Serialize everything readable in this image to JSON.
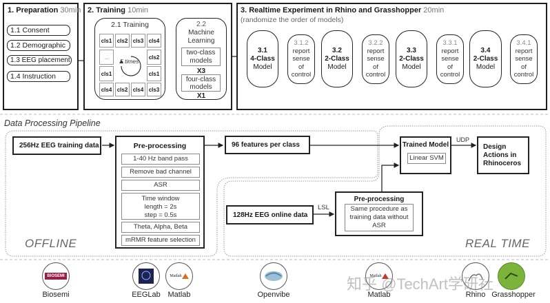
{
  "section1": {
    "title": "1. Preparation",
    "duration": "30min",
    "steps": [
      "1.1 Consent",
      "1.2 Demographic",
      "1.3 EEG placement",
      "1.4 Instruction"
    ]
  },
  "section2": {
    "title": "2. Training",
    "duration": "10min",
    "training": {
      "title": "2.1 Training",
      "top_row": [
        "cls1",
        "cls2",
        "cls3",
        "cls4"
      ],
      "left_col": [
        "...",
        "cls1"
      ],
      "right_col": [
        "cls2",
        "cls1"
      ],
      "bottom_row": [
        "cls4",
        "cls2",
        "cls4",
        "cls3"
      ],
      "loop_label": "5 times"
    },
    "ml": {
      "title_num": "2.2",
      "title_line1": "Machine",
      "title_line2": "Learning",
      "two_class": "two-class models",
      "two_class_count": "X3",
      "four_class": "four-class models",
      "four_class_count": "X1"
    }
  },
  "section3": {
    "title": "3. Realtime Experiment in Rhino and Grasshopper",
    "duration": "20min",
    "subtitle": "(randomize the order of models)",
    "models": [
      {
        "num": "3.1",
        "cls": "4-Class",
        "label": "Model"
      },
      {
        "num": "3.2",
        "cls": "2-Class",
        "label": "Model"
      },
      {
        "num": "3.3",
        "cls": "2-Class",
        "label": "Model"
      },
      {
        "num": "3.4",
        "cls": "2-Class",
        "label": "Model"
      }
    ],
    "reports": [
      {
        "num": "3.1.2",
        "l1": "report",
        "l2": "sense",
        "l3": "of",
        "l4": "control"
      },
      {
        "num": "3.2.2",
        "l1": "report",
        "l2": "sense",
        "l3": "of",
        "l4": "control"
      },
      {
        "num": "3.3.1",
        "l1": "report",
        "l2": "sense",
        "l3": "of",
        "l4": "control"
      },
      {
        "num": "3.4.1",
        "l1": "report",
        "l2": "sense",
        "l3": "of",
        "l4": "control"
      }
    ]
  },
  "pipeline": {
    "title": "Data Processing Pipeline",
    "offline_label": "OFFLINE",
    "realtime_label": "REAL TIME",
    "training_data": "256Hz EEG training data",
    "preprocessing": {
      "title": "Pre-processing",
      "steps": [
        "1-40 Hz band pass",
        "Remove bad channel",
        "ASR",
        "Time window",
        "length = 2s",
        "step = 0.5s",
        "Theta, Alpha, Beta",
        "mRMR feature selection"
      ]
    },
    "features": "96 features per class",
    "trained_model": {
      "title": "Trained Model",
      "algorithm": "Linear SVM"
    },
    "udp_label": "UDP",
    "design_actions": [
      "Design",
      "Actions in",
      "Rhinoceros"
    ],
    "online_data": "128Hz EEG online data",
    "lsl_label": "LSL",
    "online_preprocessing": {
      "title": "Pre-processing",
      "desc": [
        "Same procedure as",
        "training data without",
        "ASR"
      ]
    }
  },
  "tools": [
    {
      "name": "Biosemi",
      "logo": "BIOSEMI"
    },
    {
      "name": "EEGLab",
      "logo": ""
    },
    {
      "name": "Matlab",
      "logo": "Matlab"
    },
    {
      "name": "Openvibe",
      "logo": ""
    },
    {
      "name": "Matlab",
      "logo": "Matlab"
    },
    {
      "name": "Rhino",
      "logo": ""
    },
    {
      "name": "Grasshopper",
      "logo": ""
    }
  ],
  "watermark": "知乎 @TechArt学研社"
}
